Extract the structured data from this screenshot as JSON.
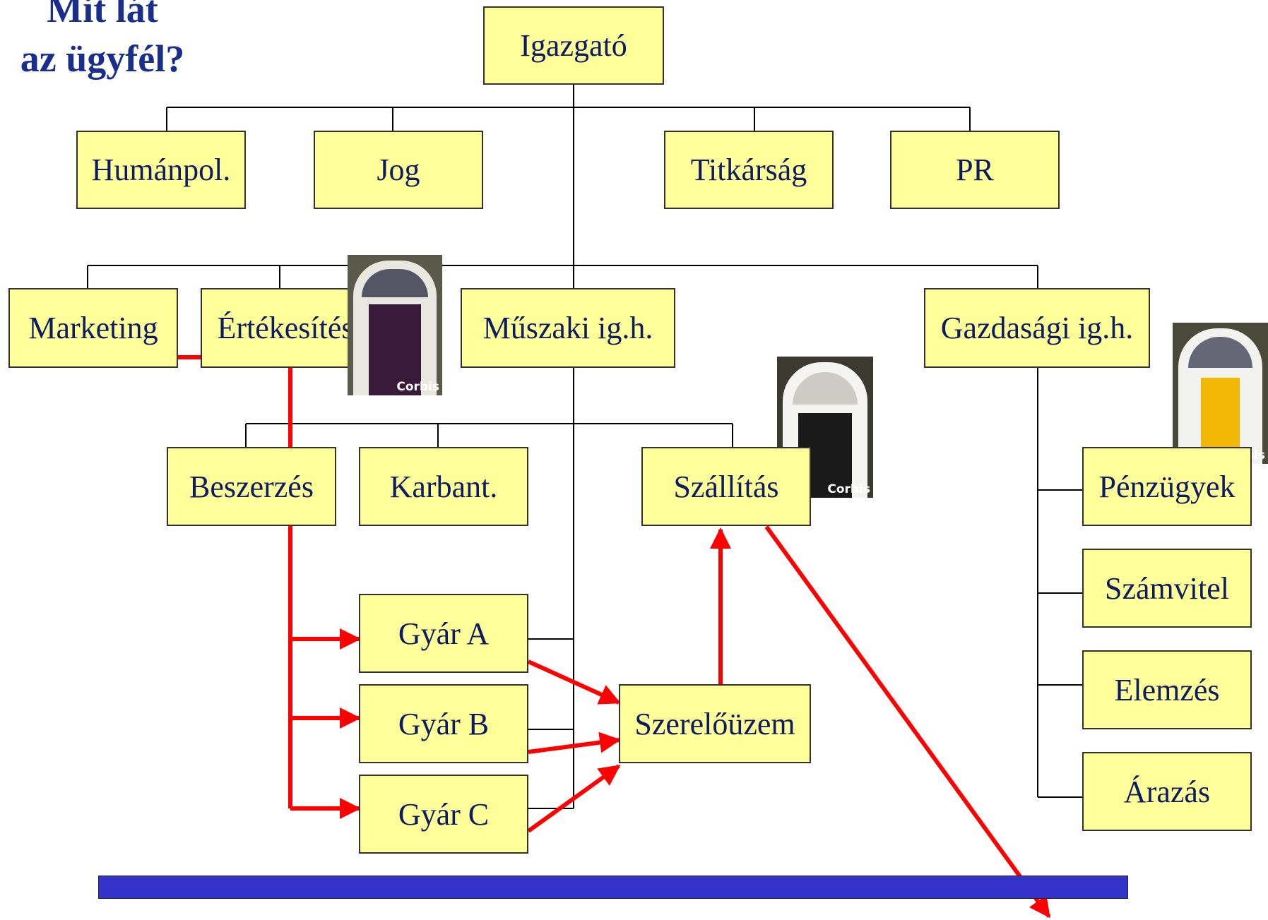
{
  "title": {
    "line1": "Mit lát",
    "line2": "az ügyfél?"
  },
  "nodes": {
    "igazgato": "Igazgató",
    "humanpol": "Humánpol.",
    "jog": "Jog",
    "titkarsag": "Titkárság",
    "pr": "PR",
    "marketing": "Marketing",
    "ertekesites": "Értékesítés",
    "muszaki": "Műszaki ig.h.",
    "gazdasagi": "Gazdasági ig.h.",
    "beszerzes": "Beszerzés",
    "karbant": "Karbant.",
    "szallitas": "Szállítás",
    "penzugyek": "Pénzügyek",
    "szamvitel": "Számvitel",
    "elemzes": "Elemzés",
    "arazas": "Árazás",
    "gyar_a": "Gyár A",
    "gyar_b": "Gyár B",
    "gyar_c": "Gyár C",
    "szereluzem": "Szerelőüzem"
  },
  "door_photos": [
    {
      "watermark": "Corbis",
      "door_color": "#3a1a3a"
    },
    {
      "watermark": "Corbis",
      "door_color": "#1a1a1a"
    },
    {
      "watermark": "Corbis",
      "door_color": "#f2b705"
    }
  ],
  "colors": {
    "box_fill": "#ffff99",
    "box_text": "#0d1b60",
    "title": "#1a2e8c",
    "flow_arrow": "#ff0000",
    "base_bar": "#3333cc",
    "connector": "#000000"
  }
}
